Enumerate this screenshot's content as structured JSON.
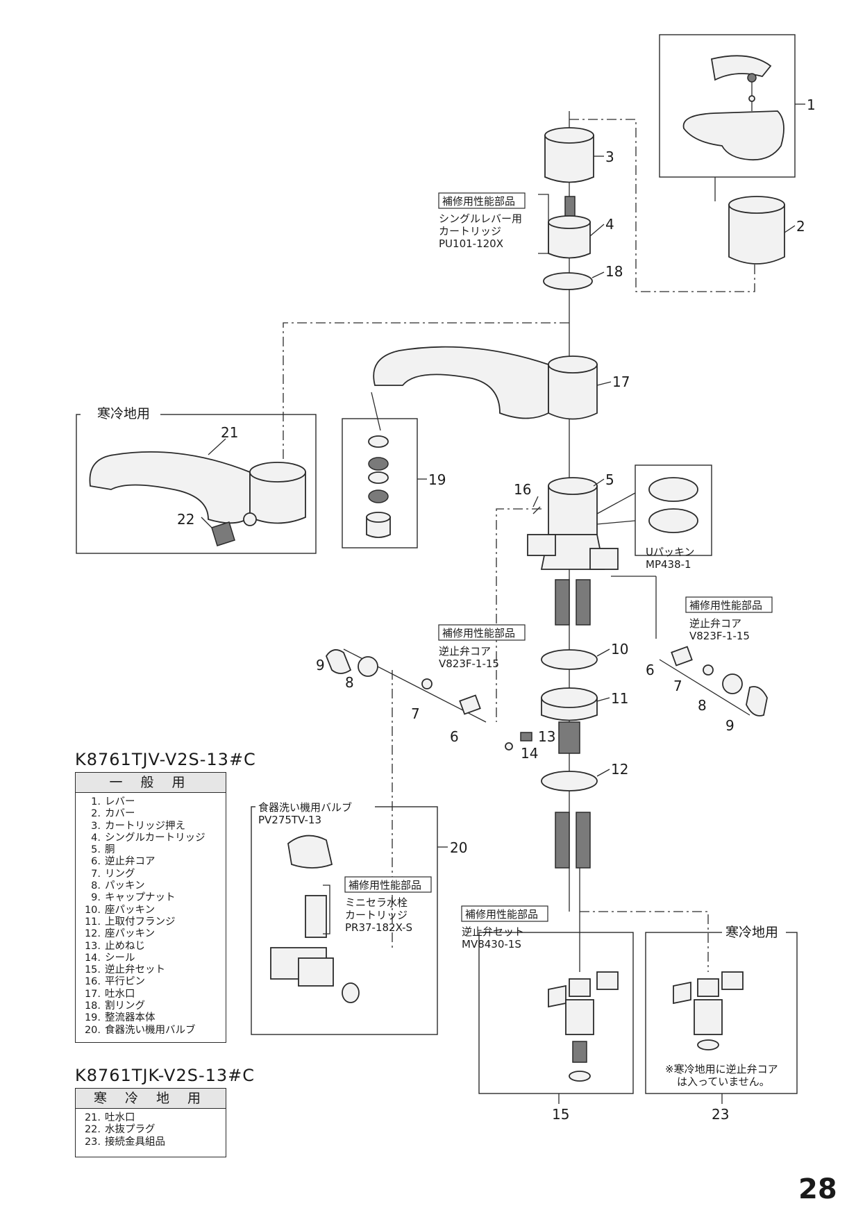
{
  "page_number": "28",
  "callouts": {
    "c1": "1",
    "c2": "2",
    "c3": "3",
    "c4": "4",
    "c5": "5",
    "c6a": "6",
    "c6b": "6",
    "c7a": "7",
    "c7b": "7",
    "c8a": "8",
    "c8b": "8",
    "c9a": "9",
    "c9b": "9",
    "c10": "10",
    "c11": "11",
    "c12": "12",
    "c13": "13",
    "c14": "14",
    "c15": "15",
    "c16": "16",
    "c17": "17",
    "c18": "18",
    "c19": "19",
    "c20": "20",
    "c21": "21",
    "c22": "22",
    "c23": "23"
  },
  "tags": {
    "performance_part": "補修用性能部品"
  },
  "labels": {
    "cartridge_l1": "シングルレバー用",
    "cartridge_l2": "カートリッジ",
    "cartridge_code": "PU101-120X",
    "cold_region_top": "寒冷地用",
    "u_packing": "Uパッキン",
    "u_packing_code": "MP438-1",
    "check_valve_core": "逆止弁コア",
    "check_valve_code": "V823F-1-15",
    "dishwasher_valve": "食器洗い機用バルブ",
    "dishwasher_valve_code": "PV275TV-13",
    "mini_ceramic_l1": "ミニセラ水栓",
    "mini_ceramic_l2": "カートリッジ",
    "mini_ceramic_code": "PR37-182X-S",
    "check_valve_set": "逆止弁セット",
    "check_valve_set_code": "MV8430-1S",
    "cold_region_bottom": "寒冷地用",
    "note_l1": "※寒冷地用に逆止弁コア",
    "note_l2": "は入っていません。"
  },
  "models": [
    {
      "title": "K8761TJV-V2S-13#C",
      "header": "一 般 用",
      "items": [
        {
          "no": "1.",
          "name": "レバー"
        },
        {
          "no": "2.",
          "name": "カバー"
        },
        {
          "no": "3.",
          "name": "カートリッジ押え"
        },
        {
          "no": "4.",
          "name": "シングルカートリッジ"
        },
        {
          "no": "5.",
          "name": "胴"
        },
        {
          "no": "6.",
          "name": "逆止弁コア"
        },
        {
          "no": "7.",
          "name": "リング"
        },
        {
          "no": "8.",
          "name": "パッキン"
        },
        {
          "no": "9.",
          "name": "キャップナット"
        },
        {
          "no": "10.",
          "name": "座パッキン"
        },
        {
          "no": "11.",
          "name": "上取付フランジ"
        },
        {
          "no": "12.",
          "name": "座パッキン"
        },
        {
          "no": "13.",
          "name": "止めねじ"
        },
        {
          "no": "14.",
          "name": "シール"
        },
        {
          "no": "15.",
          "name": "逆止弁セット"
        },
        {
          "no": "16.",
          "name": "平行ピン"
        },
        {
          "no": "17.",
          "name": "吐水口"
        },
        {
          "no": "18.",
          "name": "割リング"
        },
        {
          "no": "19.",
          "name": "整流器本体"
        },
        {
          "no": "20.",
          "name": "食器洗い機用バルブ"
        }
      ]
    },
    {
      "title": "K8761TJK-V2S-13#C",
      "header": "寒 冷 地 用",
      "items": [
        {
          "no": "21.",
          "name": "吐水口"
        },
        {
          "no": "22.",
          "name": "水抜プラグ"
        },
        {
          "no": "23.",
          "name": "接続金具組品"
        }
      ]
    }
  ]
}
